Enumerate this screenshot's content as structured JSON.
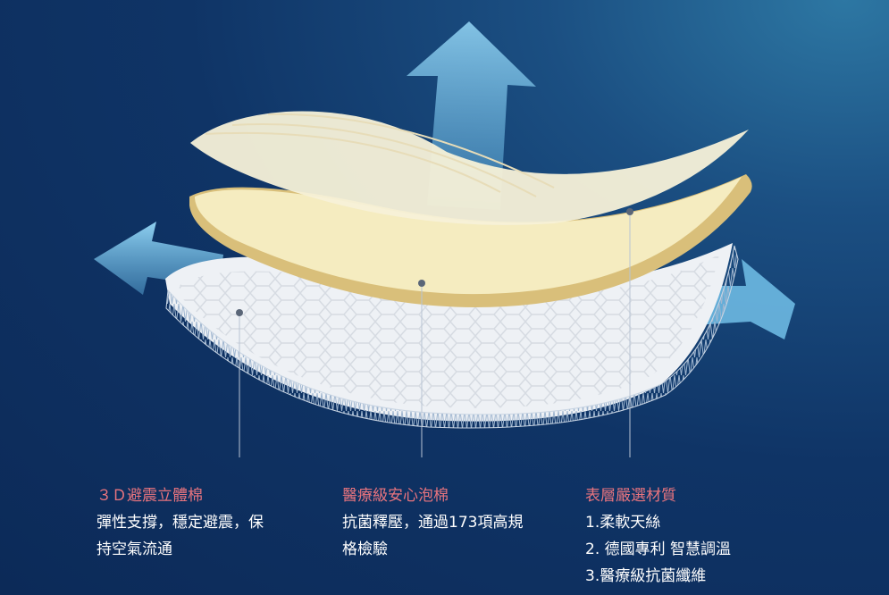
{
  "layers": [
    {
      "title": "３Ｄ避震立體棉",
      "lines": [
        "彈性支撐，穩定避震，保",
        "持空氣流通"
      ]
    },
    {
      "title": "醫療級安心泡棉",
      "lines": [
        "抗菌釋壓，通過173項高規",
        "格檢驗"
      ]
    },
    {
      "title": "表層嚴選材質",
      "lines": [
        "1.柔軟天絲",
        "2. 德國專利 智慧調溫",
        "3.醫療級抗菌纖維"
      ]
    }
  ],
  "colors": {
    "title": "#e8747e",
    "text": "#ffffff",
    "arrow": "#7cc4e8"
  }
}
